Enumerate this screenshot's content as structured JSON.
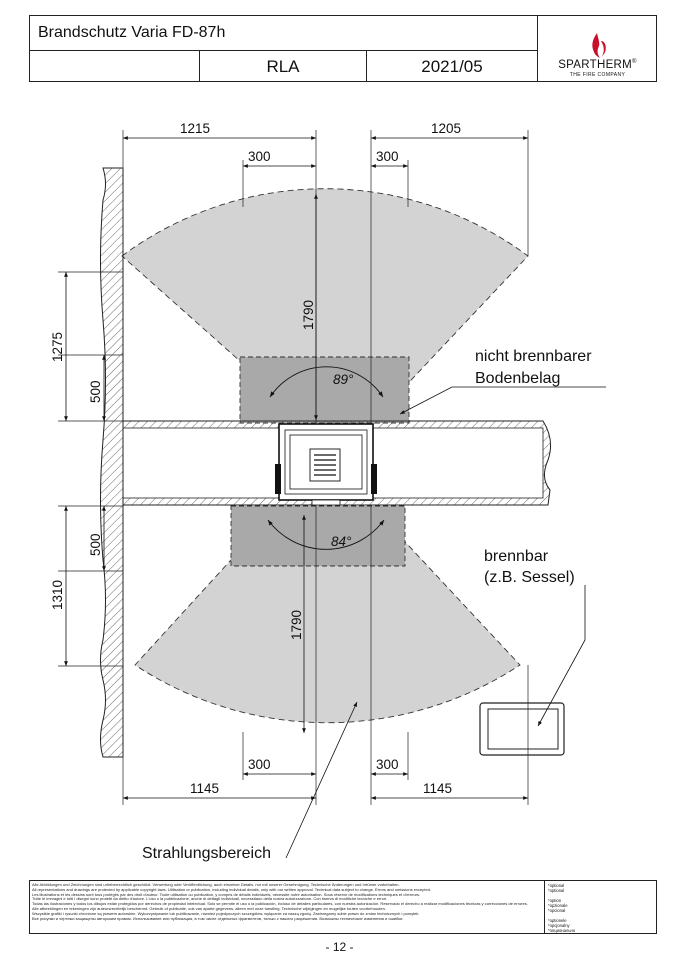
{
  "header": {
    "title": "Brandschutz Varia FD-87h",
    "variant": "RLA",
    "date": "2021/05",
    "brand": "SPARTHERM",
    "registered": "®",
    "tagline": "THE FIRE COMPANY"
  },
  "drawing": {
    "dim_top_left": "1215",
    "dim_top_right": "1205",
    "dim_top_inner_left": "300",
    "dim_top_inner_right": "300",
    "dim_vertical_top": "1790",
    "dim_vertical_bottom": "1790",
    "dim_left_upper": "1275",
    "dim_left_upper_inner": "500",
    "dim_left_lower_inner": "500",
    "dim_left_lower": "1310",
    "angle_top": "89°",
    "angle_bottom": "84°",
    "dim_bottom_inner_left": "300",
    "dim_bottom_inner_right": "300",
    "dim_bottom_left": "1145",
    "dim_bottom_right": "1145",
    "label_floor_line1": "nicht brennbarer",
    "label_floor_line2": "Bodenbelag",
    "label_flammable_line1": "brennbar",
    "label_flammable_line2": "(z.B. Sessel)",
    "label_radiation": "Strahlungsbereich"
  },
  "disclaimer": {
    "lines": [
      "Alle Abbildungen und Zeichnungen sind urheberrechtlich geschützt. Verwertung oder Veröffentlichung, auch einzelner Details, nur mit unserer Genehmigung. Technische Änderungen und Irrtümer vorbehalten.",
      "All representations and drawings are protected by applicable copyright laws. Utilisation or publication, including individual details, only with our written approval. Technical data subject to change. Errors and omissions excepted.",
      "Les illustrations et les dessins sont tous protégés par des droit d'auteur. Toute utilisation ou publication, y compris de détails individuels, nécessite notre autorisation. Sous réserve de modifications techniques et d'erreurs.",
      "Tutte le immagini e tutti i disegni sono protetti da diritto d'autore. L'uso o la pubblicazione, anche di dettagli individuali, necessitano della nostra autorizzazione. Con riserva di modifiche tecniche e errori.",
      "Todas las ilustraciones y todos los dibujos están protegidos por derechos de propiedad intelectual. Solo se permite el uso o la publicación, incluso de detalles particulares, con nuestra autorización. Reservado el derecho a realizar modificaciones técnicas y correcciones de errores.",
      "Alle afbeeldingen en tekeningen zijn auteursrechtelijk beschermd. Gebruik of publicatie, ook van aparte gegevens, alleen met onze toestling. Technische wijzigingen en mogelijke fouten voorbehouden.",
      "Wszystkie grafiki i rysunki chronione są prawem autorskim. Wykorzystywanie lub publikowanie, również pojedynczych szczegółów, wyłącznie za naszą zgodą. Zastrzegamy sobie prawo do zmian technicznych i pomyłek.",
      "Все рисунки и чертежи защищены авторским правом. Использование или публикация, в том числе отдельных фрагментов, только с нашего разрешения. Возможны технические изменения и ошибки."
    ],
    "options": [
      "*optional",
      "*optional",
      "",
      "*option",
      "*opzionale",
      "*opcional",
      "",
      "*optionele",
      "*opcjonalny",
      "*опционально"
    ]
  },
  "footer": {
    "page_number": "- 12 -"
  }
}
